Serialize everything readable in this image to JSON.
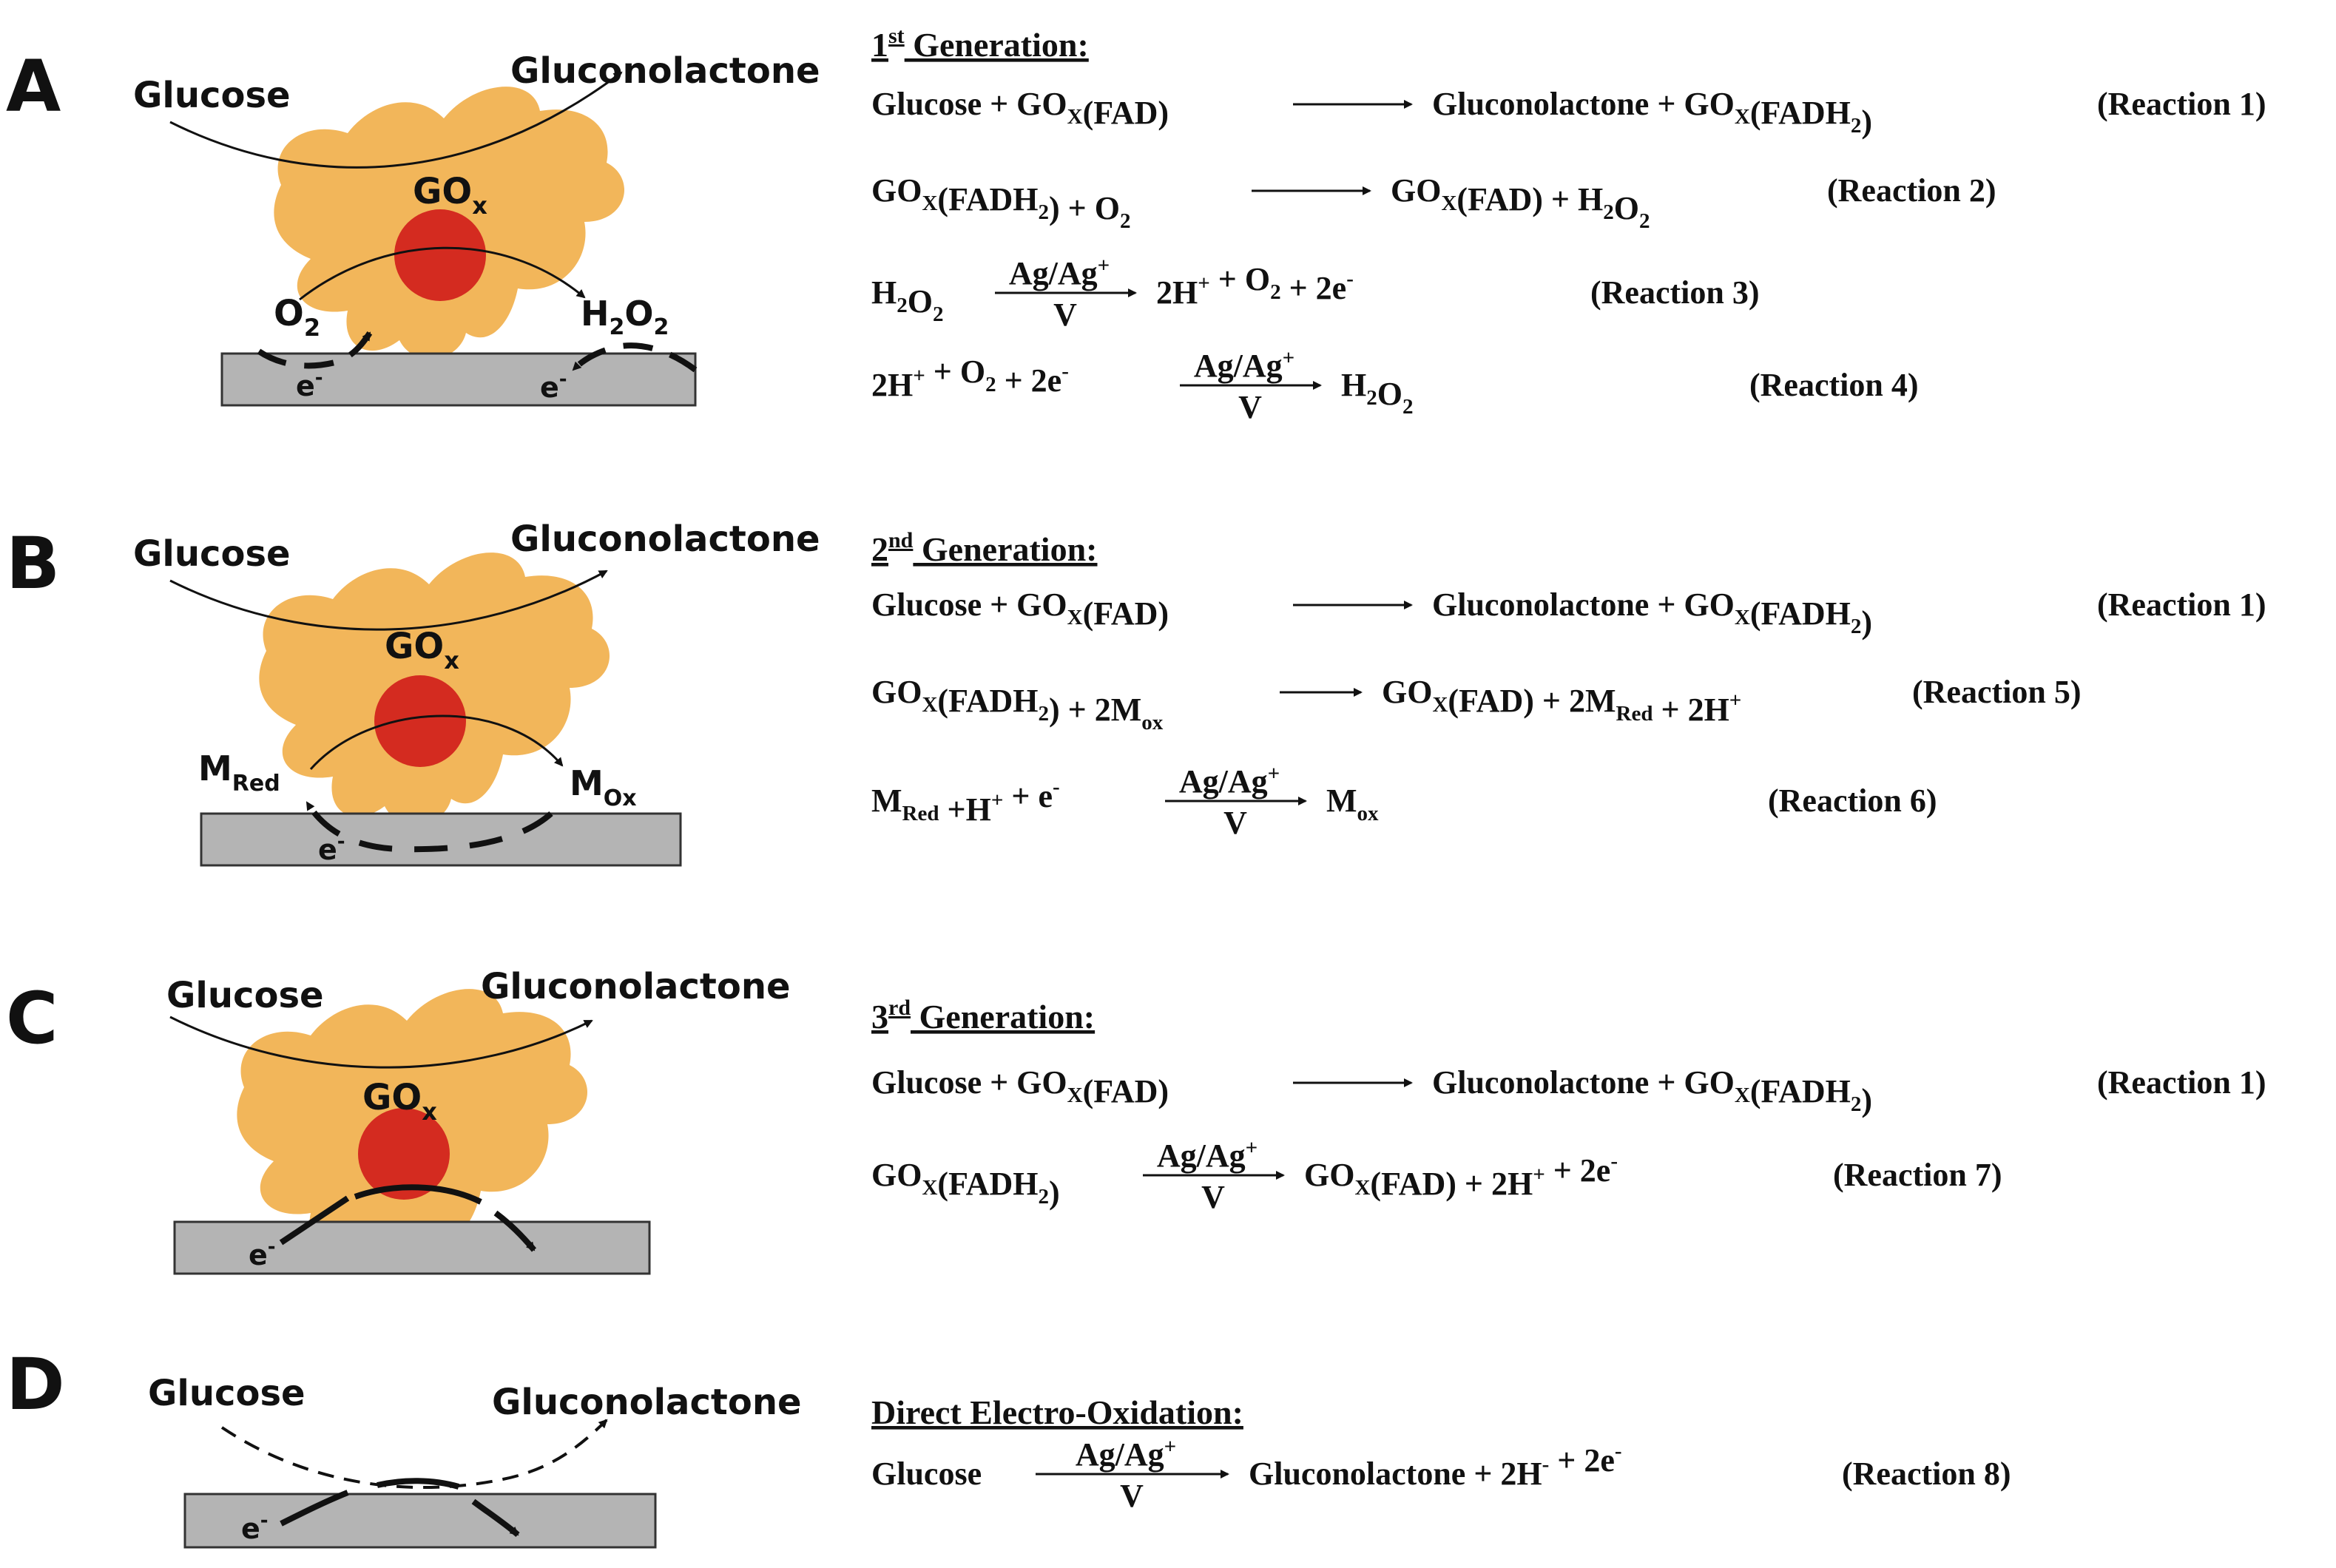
{
  "panels": [
    {
      "letter": "A",
      "left_label": "Glucose",
      "right_label": "Gluconolactone",
      "enzyme": "GO",
      "enzyme_sub": "x",
      "left_species": "O",
      "left_species_sub": "2",
      "right_species_main": "H",
      "right_species_sub1": "2",
      "right_species_mid": "O",
      "right_species_sub2": "2",
      "electron": "e",
      "electron_sup": "-",
      "heading_main": "1",
      "heading_sup": "st",
      "heading_rest": " Generation:",
      "equations": [
        {
          "parts": [
            {
              "t": "Glucose + GO"
            },
            {
              "t": "X",
              "sub": true
            },
            {
              "t": "(FAD)"
            }
          ],
          "arrow_above": "",
          "arrow_below": "",
          "rhs": [
            {
              "t": "Gluconolactone + GO"
            },
            {
              "t": "X",
              "sub": true
            },
            {
              "t": "(FADH"
            },
            {
              "t": "2",
              "sub": true
            },
            {
              "t": ")"
            }
          ],
          "tag": "(Reaction 1)"
        },
        {
          "parts": [
            {
              "t": "GO"
            },
            {
              "t": "X",
              "sub": true
            },
            {
              "t": "(FADH"
            },
            {
              "t": "2",
              "sub": true
            },
            {
              "t": ") + O"
            },
            {
              "t": "2",
              "sub": true
            }
          ],
          "arrow_above": "",
          "arrow_below": "",
          "rhs": [
            {
              "t": "GO"
            },
            {
              "t": "X",
              "sub": true
            },
            {
              "t": "(FAD) + H"
            },
            {
              "t": "2",
              "sub": true
            },
            {
              "t": "O"
            },
            {
              "t": "2",
              "sub": true
            }
          ],
          "tag": "(Reaction 2)"
        },
        {
          "parts": [
            {
              "t": "H"
            },
            {
              "t": "2",
              "sub": true
            },
            {
              "t": "O"
            },
            {
              "t": "2",
              "sub": true
            }
          ],
          "arrow_above": "Ag/Ag",
          "arrow_above_sup": "+",
          "arrow_below": "V",
          "rhs": [
            {
              "t": "2H"
            },
            {
              "t": "+",
              "sup": true
            },
            {
              "t": " + O"
            },
            {
              "t": "2",
              "sub": true
            },
            {
              "t": " + 2e"
            },
            {
              "t": "-",
              "sup": true
            }
          ],
          "tag": "(Reaction 3)"
        },
        {
          "parts": [
            {
              "t": "2H"
            },
            {
              "t": "+",
              "sup": true
            },
            {
              "t": " + O"
            },
            {
              "t": "2",
              "sub": true
            },
            {
              "t": " + 2e"
            },
            {
              "t": "-",
              "sup": true
            }
          ],
          "arrow_above": "Ag/Ag",
          "arrow_above_sup": "+",
          "arrow_below": "V",
          "rhs": [
            {
              "t": "H"
            },
            {
              "t": "2",
              "sub": true
            },
            {
              "t": "O"
            },
            {
              "t": "2",
              "sub": true
            }
          ],
          "tag": "(Reaction 4)"
        }
      ]
    },
    {
      "letter": "B",
      "left_label": "Glucose",
      "right_label": "Gluconolactone",
      "enzyme": "GO",
      "enzyme_sub": "x",
      "left_species": "M",
      "left_species_sub": "Red",
      "right_species_main": "M",
      "right_species_sub1": "Ox",
      "electron": "e",
      "electron_sup": "-",
      "heading_main": "2",
      "heading_sup": "nd",
      "heading_rest": " Generation:",
      "equations": [
        {
          "parts": [
            {
              "t": "Glucose + GO"
            },
            {
              "t": "X",
              "sub": true
            },
            {
              "t": "(FAD)"
            }
          ],
          "arrow_above": "",
          "arrow_below": "",
          "rhs": [
            {
              "t": "Gluconolactone + GO"
            },
            {
              "t": "X",
              "sub": true
            },
            {
              "t": "(FADH"
            },
            {
              "t": "2",
              "sub": true
            },
            {
              "t": ")"
            }
          ],
          "tag": "(Reaction 1)"
        },
        {
          "parts": [
            {
              "t": "GO"
            },
            {
              "t": "X",
              "sub": true
            },
            {
              "t": "(FADH"
            },
            {
              "t": "2",
              "sub": true
            },
            {
              "t": ") + 2M"
            },
            {
              "t": "ox",
              "sub": true
            }
          ],
          "arrow_above": "",
          "arrow_below": "",
          "rhs": [
            {
              "t": "GO"
            },
            {
              "t": "X",
              "sub": true
            },
            {
              "t": "(FAD) + 2M"
            },
            {
              "t": "Red",
              "sub": true
            },
            {
              "t": " + 2H"
            },
            {
              "t": "+",
              "sup": true
            }
          ],
          "tag": " (Reaction 5)"
        },
        {
          "parts": [
            {
              "t": "M"
            },
            {
              "t": "Red",
              "sub": true
            },
            {
              "t": " +H"
            },
            {
              "t": "+",
              "sup": true
            },
            {
              "t": " + e"
            },
            {
              "t": "-",
              "sup": true
            }
          ],
          "arrow_above": "Ag/Ag",
          "arrow_above_sup": "+",
          "arrow_below": "V",
          "rhs": [
            {
              "t": "M"
            },
            {
              "t": "ox",
              "sub": true
            }
          ],
          "tag": "(Reaction 6)"
        }
      ]
    },
    {
      "letter": "C",
      "left_label": "Glucose",
      "right_label": "Gluconolactone",
      "enzyme": "GO",
      "enzyme_sub": "x",
      "electron": "e",
      "electron_sup": "-",
      "heading_main": "3",
      "heading_sup": "rd",
      "heading_rest": " Generation:",
      "equations": [
        {
          "parts": [
            {
              "t": "Glucose + GO"
            },
            {
              "t": "X",
              "sub": true
            },
            {
              "t": "(FAD)"
            }
          ],
          "arrow_above": "",
          "arrow_below": "",
          "rhs": [
            {
              "t": "Gluconolactone + GO"
            },
            {
              "t": "X",
              "sub": true
            },
            {
              "t": "(FADH"
            },
            {
              "t": "2",
              "sub": true
            },
            {
              "t": ")"
            }
          ],
          "tag": "(Reaction 1)"
        },
        {
          "parts": [
            {
              "t": "GO"
            },
            {
              "t": "X",
              "sub": true
            },
            {
              "t": "(FADH"
            },
            {
              "t": "2",
              "sub": true
            },
            {
              "t": ")"
            }
          ],
          "arrow_above": "Ag/Ag",
          "arrow_above_sup": "+",
          "arrow_below": "V",
          "rhs": [
            {
              "t": "GO"
            },
            {
              "t": "X",
              "sub": true
            },
            {
              "t": "(FAD) + 2H"
            },
            {
              "t": "+",
              "sup": true
            },
            {
              "t": " + 2e"
            },
            {
              "t": "-",
              "sup": true
            }
          ],
          "tag": "(Reaction 7)"
        }
      ]
    },
    {
      "letter": "D",
      "left_label": "Glucose",
      "right_label": "Gluconolactone",
      "electron": "e",
      "electron_sup": "-",
      "heading_main": "Direct Electro-Oxidation:",
      "heading_sup": "",
      "heading_rest": "",
      "equations": [
        {
          "parts": [
            {
              "t": "Glucose"
            }
          ],
          "arrow_above": "Ag/Ag",
          "arrow_above_sup": "+",
          "arrow_below": "V",
          "rhs": [
            {
              "t": "Gluconolactone + 2H"
            },
            {
              "t": "-",
              "sup": true
            },
            {
              "t": " + 2e"
            },
            {
              "t": "-",
              "sup": true
            }
          ],
          "tag": "(Reaction 8)"
        }
      ]
    }
  ],
  "colors": {
    "enzyme": "#f2b65a",
    "fad": "#d42b20",
    "electrode": "#b4b4b4",
    "ink": "#111111"
  }
}
